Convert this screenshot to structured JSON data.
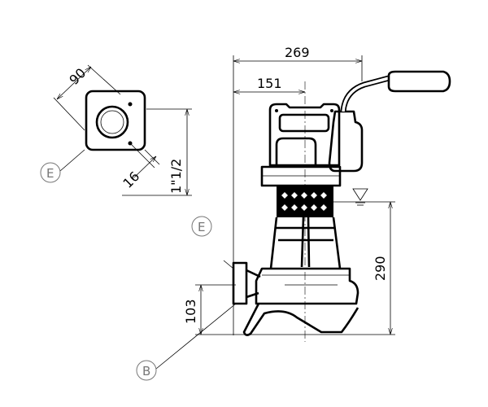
{
  "dimensions": {
    "overall_width": "269",
    "axis_offset": "151",
    "flange_size": "90",
    "bolt_offset": "16",
    "outlet_thread": "1\"1/2",
    "outlet_height": "103",
    "min_water_level": "290"
  },
  "callouts": {
    "flange_detail": "E",
    "flange_side": "E",
    "base": "B"
  },
  "colors": {
    "line": "#000000",
    "callout": "#777777"
  }
}
